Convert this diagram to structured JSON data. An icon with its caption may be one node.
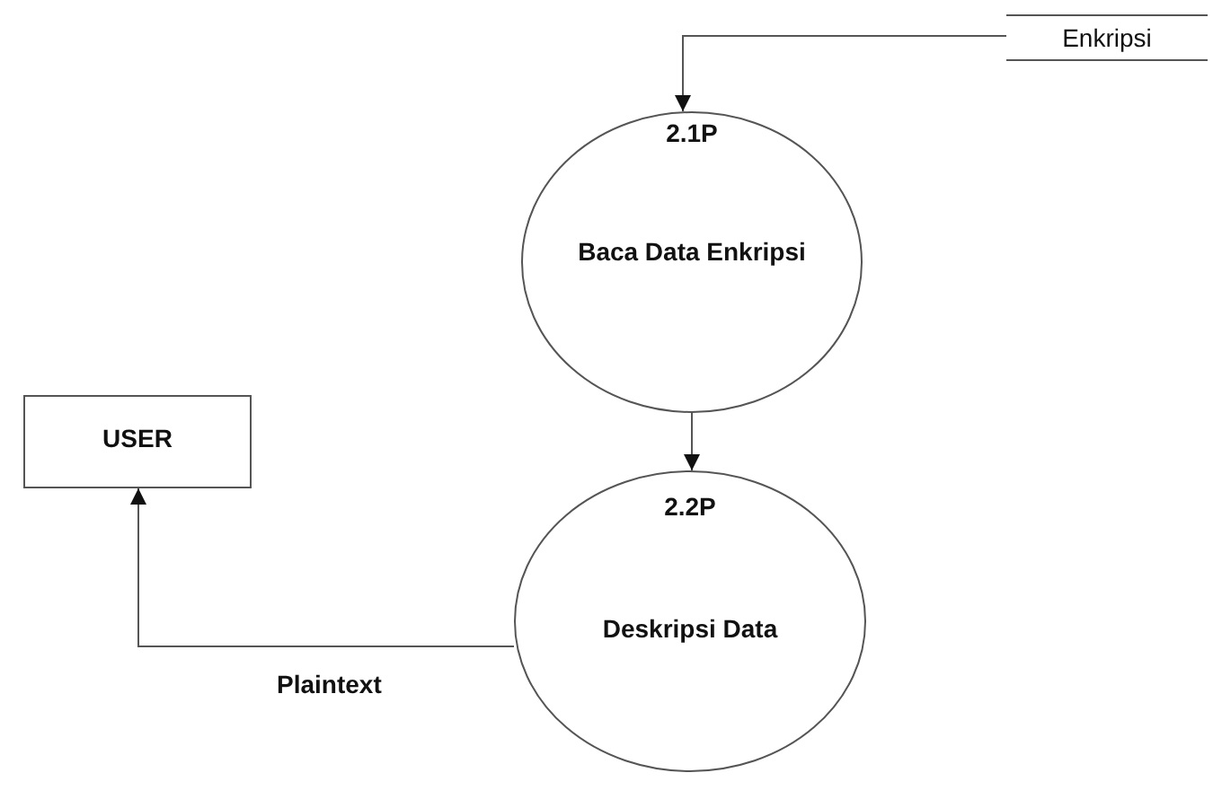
{
  "diagram": {
    "nodes": [
      {
        "text": [
          "Enkripsi"
        ]
      },
      {
        "text": [
          "2.1P",
          "Baca Data Enkripsi"
        ]
      },
      {
        "text": [
          "2.2P",
          "Deskripsi Data"
        ]
      },
      {
        "text": [
          "USER"
        ]
      }
    ],
    "edges": [
      {
        "from": 0,
        "to": 1,
        "arrow": "to"
      },
      {
        "from": 1,
        "to": 2,
        "arrow": "to"
      },
      {
        "from": 2,
        "to": 3,
        "label": "Plaintext",
        "arrow": "to"
      }
    ]
  }
}
